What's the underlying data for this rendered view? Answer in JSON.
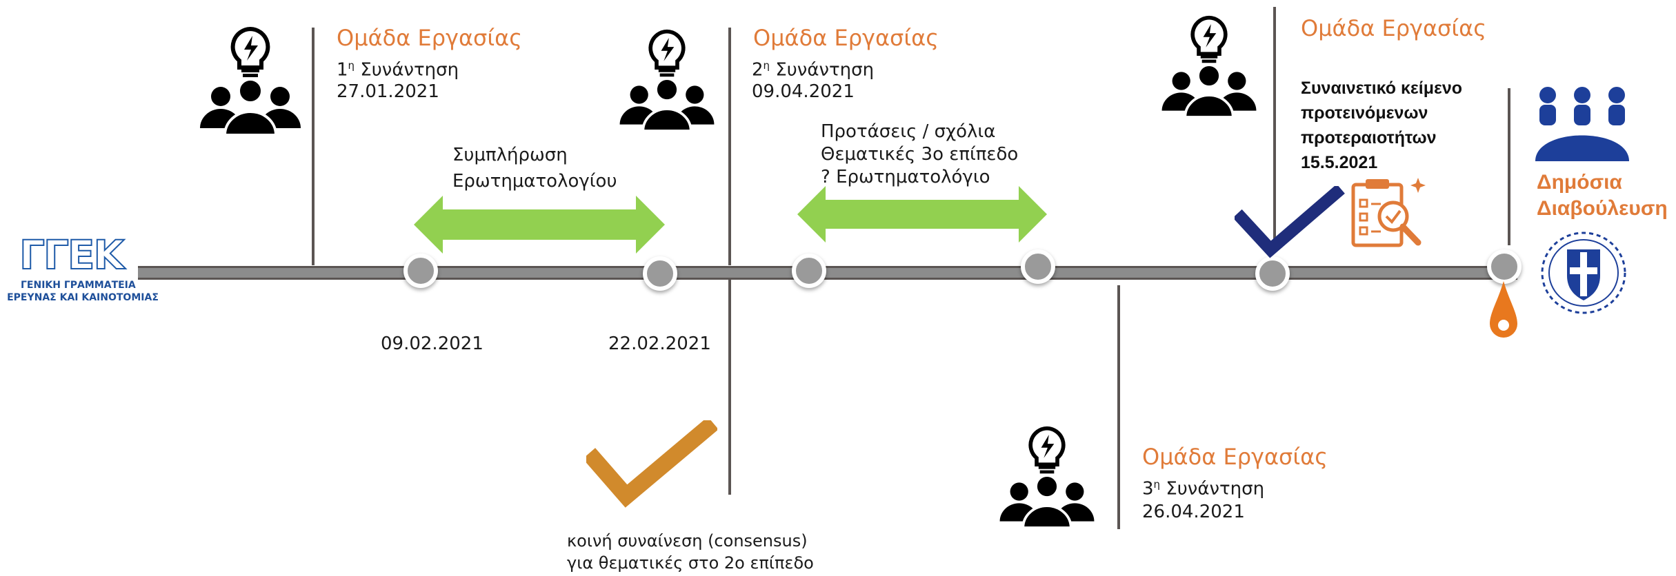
{
  "logo": {
    "acronym": "ΓΓΕΚ",
    "line1": "ΓΕΝΙΚΗ ΓΡΑΜΜΑΤΕΙΑ",
    "line2": "ΕΡΕΥΝΑΣ ΚΑΙ ΚΑΙΝΟΤΟΜΙΑΣ"
  },
  "meeting1": {
    "title": "Ομάδα Εργασίας",
    "num": "1",
    "sup": "η",
    "label": " Συνάντηση",
    "date": "27.01.2021"
  },
  "meeting2": {
    "title": "Ομάδα Εργασίας",
    "num": "2",
    "sup": "η",
    "label": " Συνάντηση",
    "date": "09.04.2021"
  },
  "meeting3": {
    "title": "Ομάδα Εργασίας",
    "num": "3",
    "sup": "η",
    "label": " Συνάντηση",
    "date": " 26.04.2021"
  },
  "meeting4": {
    "title": "Ομάδα Εργασίας"
  },
  "phase1": {
    "line1": "Συμπλήρωση",
    "line2": "Ερωτηματολογίου",
    "start": "09.02.2021",
    "end": "22.02.2021"
  },
  "phase2": {
    "line1": "Προτάσεις / σχόλια",
    "line2": "Θεματικές 3ο επίπεδο",
    "line3": "? Ερωτηματολόγιο"
  },
  "consensus": {
    "line1": "κοινή συναίνεση  (consensus)",
    "line2": "για θεματικές στο 2ο επίπεδο"
  },
  "priorities": {
    "line1": "Συναινετικό κείμενο",
    "line2": "προτεινόμενων",
    "line3": "προτεραιοτήτων",
    "line4": " 15.5.2021"
  },
  "consultation": {
    "line1": "Δημόσια",
    "line2": "Διαβούλευση"
  },
  "colors": {
    "orange": "#e07b39",
    "arrow_green": "#92d050",
    "check_orange": "#d18a2c",
    "check_navy": "#1f2d7b",
    "logo_blue": "#1e5aa8",
    "seal_blue": "#1d3f9a"
  }
}
